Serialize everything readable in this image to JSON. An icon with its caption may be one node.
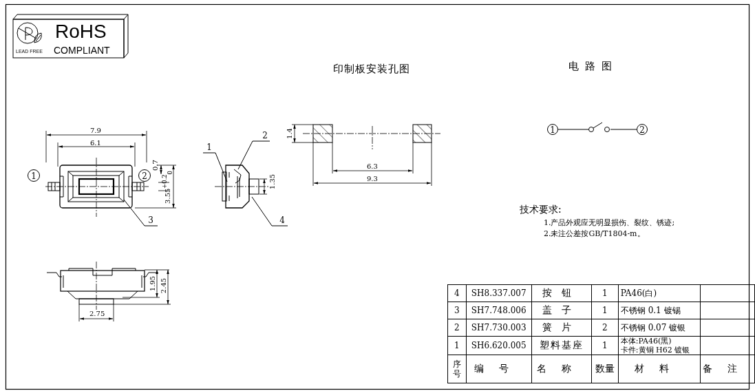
{
  "diagram": {
    "nodes": [
      {
        "text": [
          "3"
        ]
      },
      {
        "text": [
          "1"
        ]
      },
      {
        "text": [
          "2"
        ]
      },
      {
        "text": [
          "4"
        ]
      },
      {
        "text": [
          "1"
        ]
      },
      {
        "text": [],
        "shape": "switch"
      },
      {
        "text": [
          "2"
        ]
      },
      {
        "text": [
          "1"
        ]
      },
      {
        "text": [
          "2"
        ]
      }
    ],
    "edges": [
      {
        "from": 0,
        "to": null,
        "arrow": "none"
      },
      {
        "from": 1,
        "to": null,
        "arrow": "none"
      },
      {
        "from": 2,
        "to": null,
        "arrow": "none"
      },
      {
        "from": 3,
        "to": null,
        "arrow": "none"
      },
      {
        "from": 4,
        "to": 5,
        "arrow": "none"
      },
      {
        "from": 5,
        "to": 6,
        "arrow": "none"
      }
    ],
    "labels": [
      "RoHS",
      "COMPLIANT",
      "LEAD FREE",
      "印制板安装孔图",
      "电路图",
      "7.9",
      "6.1",
      "0.7",
      "3.55$^{+0.2}$$_{0}$",
      "1.35",
      "1.4",
      "6.3",
      "9.3",
      "技术要求:",
      "1.产品外观应无明显损伤、裂纹、锈迹;",
      "2.未注公差按GB/T1804-m。",
      "1.95",
      "2.45",
      "2.75",
      "4",
      "SH8.337.007",
      "按钮",
      "1",
      "PA46(白)",
      "3",
      "SH7.748.006",
      "盖子",
      "1",
      "不锈钢 0.1 镀锡",
      "2",
      "SH7.730.003",
      "簧片",
      "2",
      "不锈钢 0.07 镀银",
      "1",
      "SH6.620.005",
      "塑料基座",
      "1",
      "本体:PA46(黑)",
      "卡件:黄铜 H62 镀银",
      "序号",
      "编号",
      "名称",
      "数量",
      "材料",
      "备注"
    ]
  }
}
